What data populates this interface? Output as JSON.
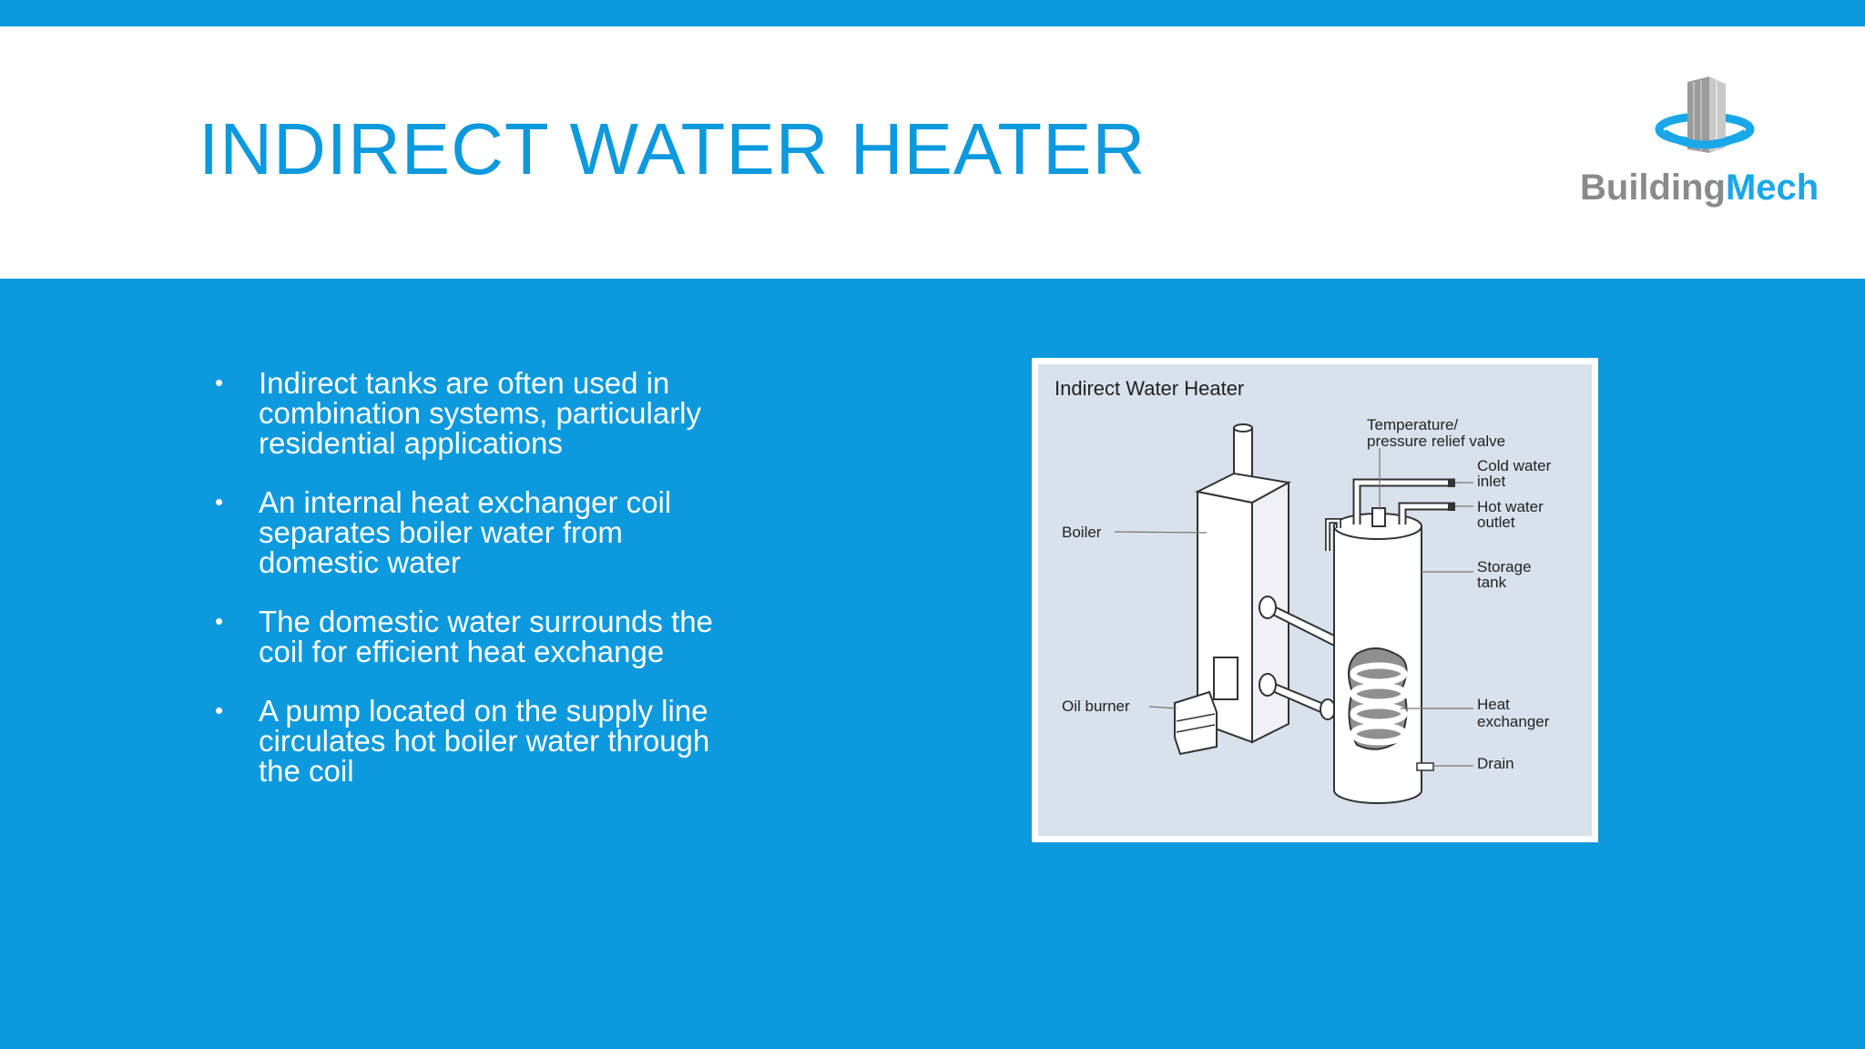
{
  "slide": {
    "title": "INDIRECT WATER HEATER",
    "logo": {
      "part1": "Building",
      "part2": "Mech"
    },
    "bullets": [
      "Indirect tanks are often used in combination systems, particularly residential applications",
      "An internal heat exchanger coil separates boiler water from domestic water",
      "The domestic water surrounds the coil for efficient heat exchange",
      "A pump located on the supply line circulates hot boiler water through the coil"
    ],
    "bullet_symbol": "•"
  },
  "figure": {
    "title": "Indirect Water Heater",
    "labels": {
      "temp_relief_1": "Temperature/",
      "temp_relief_2": "pressure relief valve",
      "cold_1": "Cold water",
      "cold_2": "inlet",
      "hot_1": "Hot water",
      "hot_2": "outlet",
      "boiler": "Boiler",
      "storage_1": "Storage",
      "storage_2": "tank",
      "oil_burner": "Oil burner",
      "heat_1": "Heat",
      "heat_2": "exchanger",
      "drain": "Drain"
    }
  },
  "colors": {
    "accent": "#0c99dd",
    "logo_gray": "#8a8a8a",
    "logo_blue": "#1aa7e8",
    "figure_bg": "#d9e1ec"
  }
}
